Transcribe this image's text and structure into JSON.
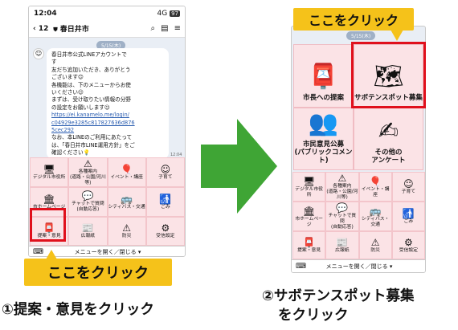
{
  "left_phone": {
    "status": {
      "time": "12:04",
      "signal": "4G",
      "battery": "97"
    },
    "header": {
      "back": "‹ 12",
      "title": "春日井市",
      "icons": [
        "search-icon",
        "note-icon",
        "menu-icon"
      ]
    },
    "date": "5/15(木)",
    "message": {
      "lines": [
        "春日井市公式LINEアカウントで",
        "す",
        "友だち追加いただき、ありがとう",
        "ございます😊",
        "各機能は、下のメニューからお使",
        "いください😊",
        "まずは、受け取りたい情報の分野",
        "の設定をお願いします😉"
      ],
      "link_lines": [
        "https://ei.kanamelo.me/login/",
        "c04929e3285c817827636d876",
        "5cec292"
      ],
      "tail_lines": [
        "なお、本LINEのご利用にあたって",
        "は、「春日井市LINE運用方針」をご",
        "確認ください💡"
      ],
      "time": "12:04"
    },
    "menu": [
      {
        "label": "デジタル市役所",
        "icon": "🖥"
      },
      {
        "label": "各種案内\n(道路・公園/河川等)",
        "icon": "⚠"
      },
      {
        "label": "イベント・講座",
        "icon": "🎈"
      },
      {
        "label": "子育て",
        "icon": "☺"
      },
      {
        "label": "市ホームページ",
        "icon": "🏛"
      },
      {
        "label": "チャットで質問\n(自動応答)",
        "icon": "💬"
      },
      {
        "label": "シティバス・交通",
        "icon": "🚌"
      },
      {
        "label": "ごみ",
        "icon": "🚮"
      },
      {
        "label": "提案・意見",
        "icon": "📮"
      },
      {
        "label": "広報紙",
        "icon": "📰"
      },
      {
        "label": "防災",
        "icon": "⚠"
      },
      {
        "label": "受信設定",
        "icon": "⚙"
      }
    ],
    "bottom_bar": "メニューを開く／閉じる ▾"
  },
  "left_callout": "ここをクリック",
  "right_callout": "ここをクリック",
  "right_phone": {
    "date": "5/15(木)",
    "big_menu": [
      {
        "label": "市長への提案",
        "icon": "📮"
      },
      {
        "label": "サボテンスポット募集",
        "icon": "🗺"
      },
      {
        "label": "市民意見公募\n(パブリックコメント)",
        "icon": "👥"
      },
      {
        "label": "その他の\nアンケート",
        "icon": "✍"
      }
    ],
    "menu": [
      {
        "label": "デジタル市役所",
        "icon": "🖥"
      },
      {
        "label": "各種案内\n(道路・公園/河川等)",
        "icon": "⚠"
      },
      {
        "label": "イベント・講座",
        "icon": "🎈"
      },
      {
        "label": "子育て",
        "icon": "☺"
      },
      {
        "label": "市ホームページ",
        "icon": "🏛"
      },
      {
        "label": "チャットで質問\n(自動応答)",
        "icon": "💬"
      },
      {
        "label": "シティバス・交通",
        "icon": "🚌"
      },
      {
        "label": "ごみ",
        "icon": "🚮"
      },
      {
        "label": "提案・意見",
        "icon": "📮"
      },
      {
        "label": "広報紙",
        "icon": "📰"
      },
      {
        "label": "防災",
        "icon": "⚠"
      },
      {
        "label": "受信設定",
        "icon": "⚙"
      }
    ],
    "bottom_bar": "メニューを開く／閉じる ▾"
  },
  "captions": {
    "step1": "①提案・意見をクリック",
    "step2_line1": "②サボテンスポット募集",
    "step2_line2": "をクリック"
  },
  "colors": {
    "arrow": "#3fa535",
    "highlight": "#e0101c",
    "callout": "#f5c21a",
    "menu_bg": "#fbe3e6"
  }
}
